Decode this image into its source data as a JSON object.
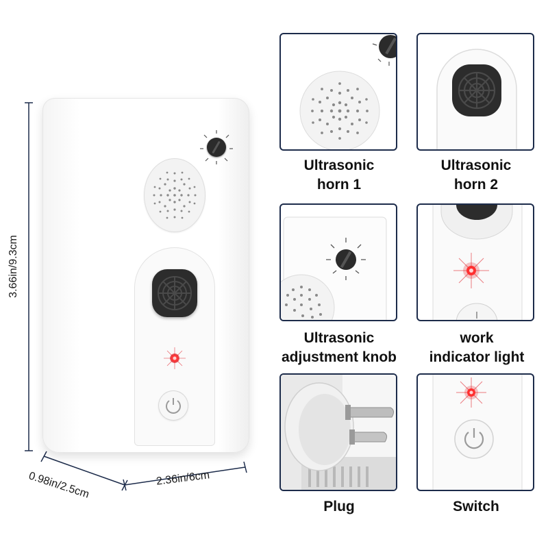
{
  "dimensions": {
    "height": "3.66in/9.3cm",
    "depth": "0.98in/2.5cm",
    "width": "2.36in/6cm"
  },
  "details": [
    {
      "label_line1": "Ultrasonic",
      "label_line2": "horn 1",
      "icon": "speaker-grille-icon"
    },
    {
      "label_line1": "Ultrasonic",
      "label_line2": "horn 2",
      "icon": "speaker-icon"
    },
    {
      "label_line1": "Ultrasonic",
      "label_line2": "adjustment knob",
      "icon": "knob-icon"
    },
    {
      "label_line1": "work",
      "label_line2": "indicator light",
      "icon": "led-icon"
    },
    {
      "label_line1": "Plug",
      "label_line2": "",
      "icon": "plug-icon"
    },
    {
      "label_line1": "Switch",
      "label_line2": "",
      "icon": "power-icon"
    }
  ],
  "colors": {
    "tile_border": "#1c2b4a",
    "dimension_line": "#1c2b4a",
    "led_red": "#e0141c",
    "horn_dark": "#2c2c2c"
  }
}
